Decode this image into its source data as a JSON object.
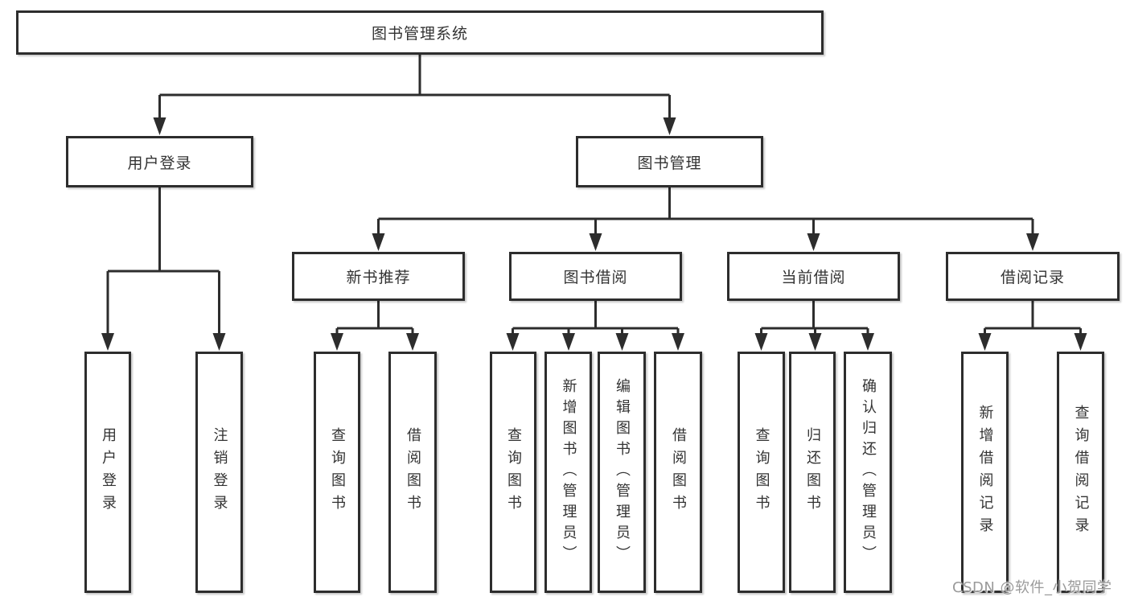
{
  "nodes": {
    "root": "图书管理系统",
    "user_login": "用户登录",
    "book_mgmt": "图书管理",
    "new_books": "新书推荐",
    "book_borrow": "图书借阅",
    "current_borrow": "当前借阅",
    "borrow_records": "借阅记录",
    "leaf_user_login": "用户登录",
    "leaf_logout": "注销登录",
    "leaf_nb_query": "查询图书",
    "leaf_nb_borrow": "借阅图书",
    "leaf_bw_query": "查询图书",
    "leaf_bw_add": "新增图书（管理员）",
    "leaf_bw_edit": "编辑图书（管理员）",
    "leaf_bw_borrow": "借阅图书",
    "leaf_cb_query": "查询图书",
    "leaf_cb_return": "归还图书",
    "leaf_cb_confirm": "确认归还（管理员）",
    "leaf_rec_add": "新增借阅记录",
    "leaf_rec_query": "查询借阅记录"
  },
  "hierarchy": {
    "label": "图书管理系统",
    "children": [
      {
        "label": "用户登录",
        "children": [
          {
            "label": "用户登录"
          },
          {
            "label": "注销登录"
          }
        ]
      },
      {
        "label": "图书管理",
        "children": [
          {
            "label": "新书推荐",
            "children": [
              {
                "label": "查询图书"
              },
              {
                "label": "借阅图书"
              }
            ]
          },
          {
            "label": "图书借阅",
            "children": [
              {
                "label": "查询图书"
              },
              {
                "label": "新增图书（管理员）"
              },
              {
                "label": "编辑图书（管理员）"
              },
              {
                "label": "借阅图书"
              }
            ]
          },
          {
            "label": "当前借阅",
            "children": [
              {
                "label": "查询图书"
              },
              {
                "label": "归还图书"
              },
              {
                "label": "确认归还（管理员）"
              }
            ]
          },
          {
            "label": "借阅记录",
            "children": [
              {
                "label": "新增借阅记录"
              },
              {
                "label": "查询借阅记录"
              }
            ]
          }
        ]
      }
    ]
  },
  "watermark": "CSDN @软件_小贺同学",
  "colors": {
    "line": "#2d2d2d",
    "text": "#333333",
    "box_bg": "#ffffff",
    "watermark": "#9a9a9a"
  }
}
